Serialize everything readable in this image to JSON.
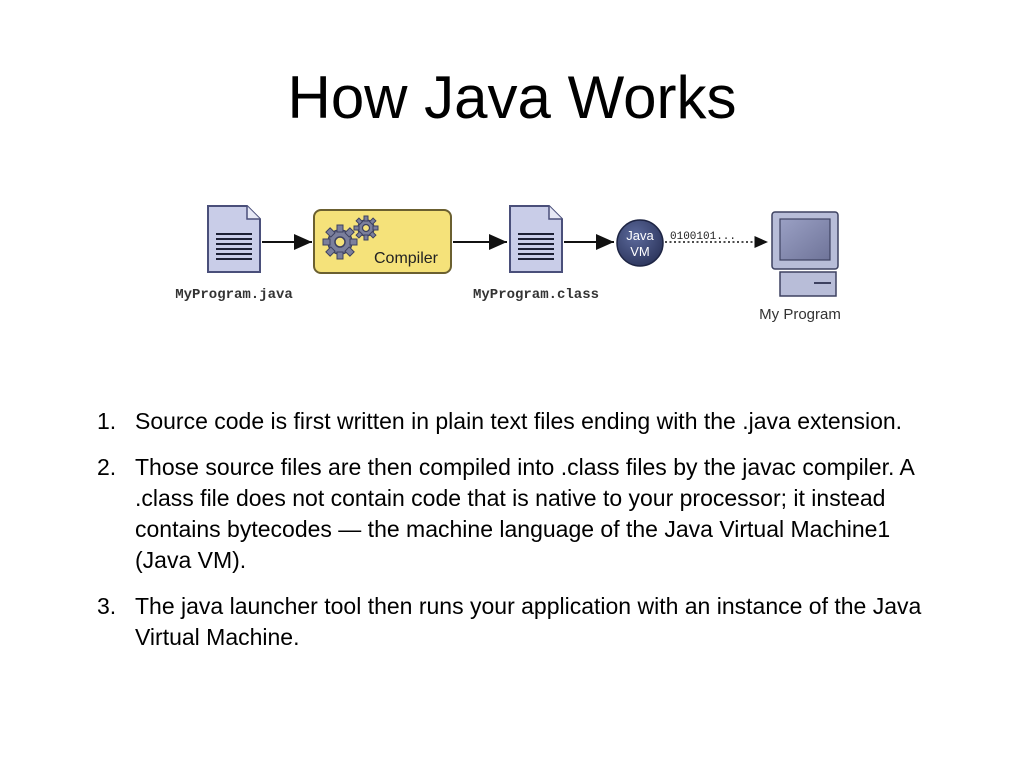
{
  "slide": {
    "title": "How Java Works"
  },
  "diagram": {
    "source_file_label": "MyProgram.java",
    "compiler_label": "Compiler",
    "class_file_label": "MyProgram.class",
    "vm_label_line1": "Java",
    "vm_label_line2": "VM",
    "bytecode_label": "0100101...",
    "program_label": "My Program",
    "colors": {
      "document_fill": "#c9cde8",
      "document_stroke": "#4a4f7a",
      "compiler_fill": "#f5e27a",
      "compiler_stroke": "#6b6030",
      "gear_fill": "#7b7f9c",
      "vm_fill": "#3d4a78",
      "computer_fill": "#b8bdd8",
      "screen_fill": "#8d93b8"
    },
    "icons": [
      "document-icon",
      "gears-icon",
      "java-vm-icon",
      "computer-icon",
      "arrow-icon"
    ]
  },
  "steps": [
    {
      "number": "1.",
      "text": "Source code is first written in plain text files ending with the .java extension."
    },
    {
      "number": "2.",
      "text": "Those source files are then compiled into .class files by the javac compiler. A .class file does not contain code that is native to your processor; it instead contains bytecodes — the machine language of the Java Virtual Machine1 (Java VM)."
    },
    {
      "number": "3.",
      "text": "The java launcher tool then runs your application with an instance of the Java Virtual Machine."
    }
  ]
}
